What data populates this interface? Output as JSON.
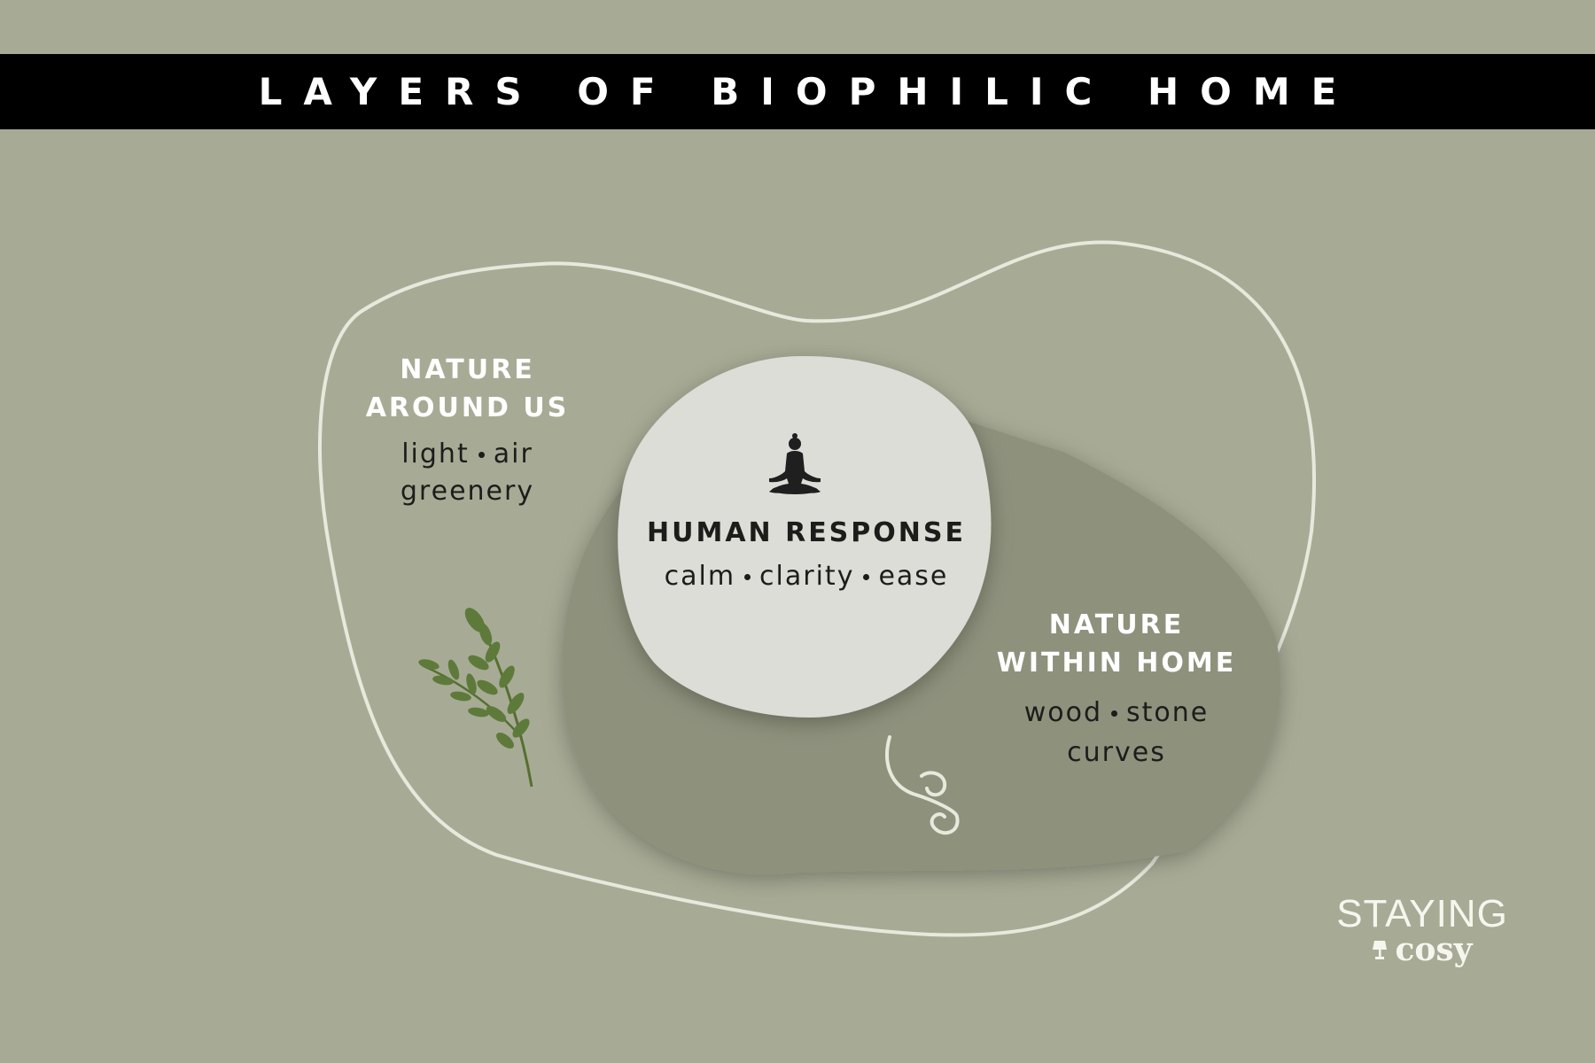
{
  "title": "LAYERS OF BIOPHILIC HOME",
  "layers": {
    "outer": {
      "heading_line1": "NATURE",
      "heading_line2": "AROUND US",
      "words_line1": [
        "light",
        "air"
      ],
      "words_line2": "greenery"
    },
    "middle": {
      "heading_line1": "NATURE",
      "heading_line2": "WITHIN HOME",
      "words_line1": [
        "wood",
        "stone"
      ],
      "words_line2": "curves"
    },
    "inner": {
      "heading": "HUMAN RESPONSE",
      "words": [
        "calm",
        "clarity",
        "ease"
      ]
    }
  },
  "brand": {
    "top": "STAYING",
    "bottom": "cosy"
  },
  "icons": {
    "center": "meditation-figure-icon",
    "left": "fern-sprig-icon",
    "middle": "swirl-icon",
    "brand": "lamp-icon"
  },
  "colors": {
    "background": "#a7ab95",
    "banner": "#000000",
    "outer_outline": "#e8e9dd",
    "middle_blob": "#8e917c",
    "inner_blob": "#dcddd7",
    "heading_light": "#ffffff",
    "text_dark": "#1c1d1b",
    "fern": "#5e7a3a"
  }
}
